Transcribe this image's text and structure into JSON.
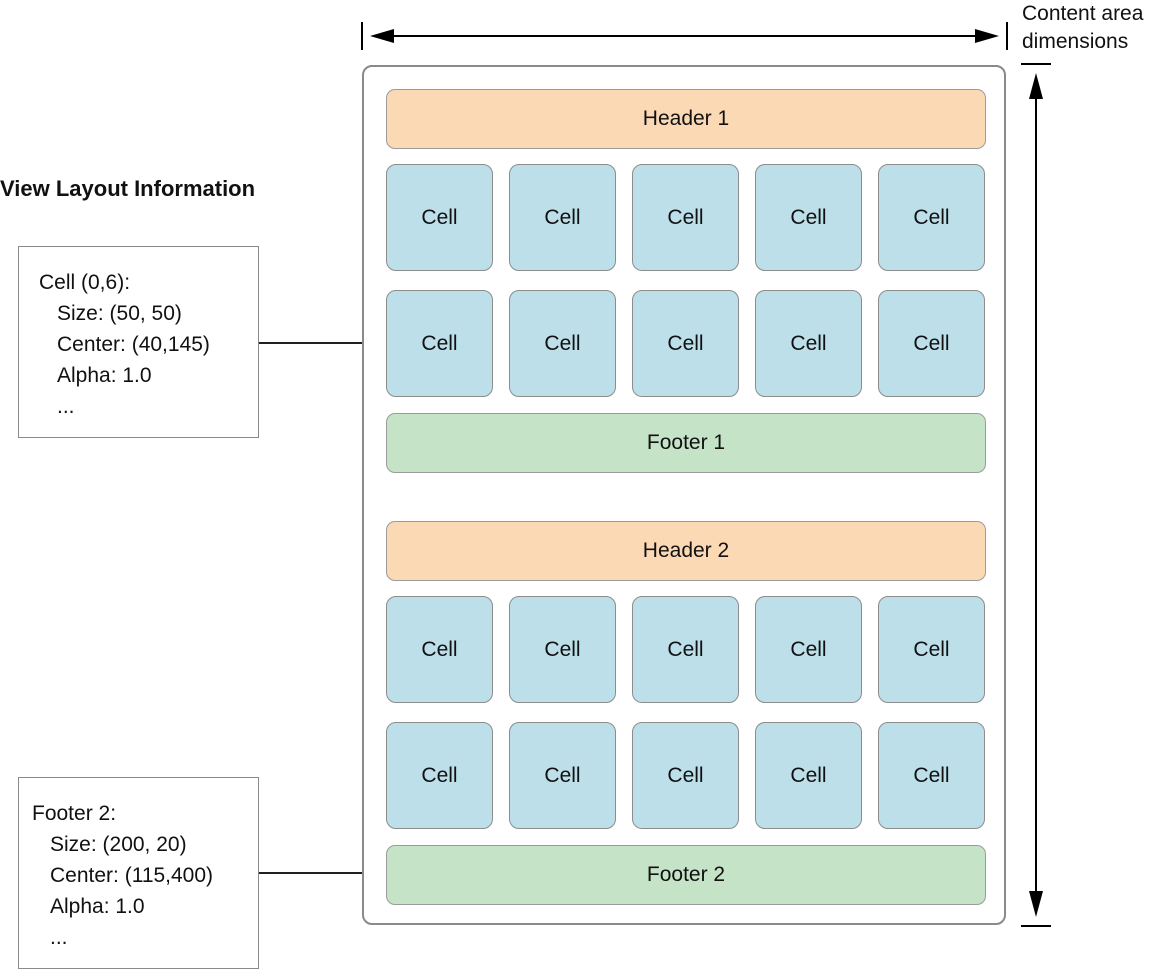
{
  "dimensions_label": [
    "Content area",
    "dimensions"
  ],
  "section_title": "View Layout Information",
  "sections": [
    {
      "header": "Header 1",
      "rows": [
        [
          "Cell",
          "Cell",
          "Cell",
          "Cell",
          "Cell"
        ],
        [
          "Cell",
          "Cell",
          "Cell",
          "Cell",
          "Cell"
        ]
      ],
      "footer": "Footer 1"
    },
    {
      "header": "Header 2",
      "rows": [
        [
          "Cell",
          "Cell",
          "Cell",
          "Cell",
          "Cell"
        ],
        [
          "Cell",
          "Cell",
          "Cell",
          "Cell",
          "Cell"
        ]
      ],
      "footer": "Footer 2"
    }
  ],
  "info_boxes": [
    {
      "title": "Cell (0,6):",
      "lines": [
        "Size: (50, 50)",
        "Center: (40,145)",
        "Alpha: 1.0",
        "..."
      ]
    },
    {
      "title": "Footer 2:",
      "lines": [
        "Size: (200, 20)",
        "Center: (115,400)",
        "Alpha: 1.0",
        "..."
      ]
    }
  ],
  "colors": {
    "header_fill": "#fbd9b5",
    "footer_fill": "#c5e3c7",
    "cell_fill": "#bcdfea",
    "border": "#8a8a8a"
  }
}
